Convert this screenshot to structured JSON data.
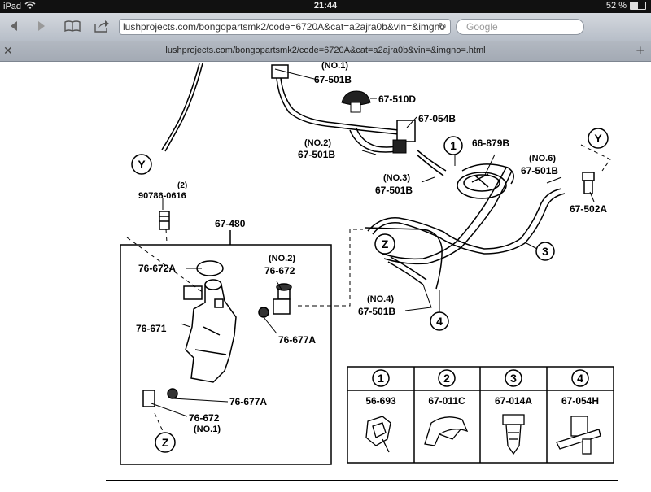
{
  "statusbar": {
    "device": "iPad",
    "time": "21:44",
    "battery": "52 %",
    "battery_level": 0.52
  },
  "browser": {
    "url": "lushprojects.com/bongopartsmk2/code=6720A&cat=a2ajra0b&vin=&imgno",
    "search_placeholder": "Google",
    "tab_title": "lushprojects.com/bongopartsmk2/code=6720A&cat=a2ajra0b&vin=&imgno=.html"
  },
  "diagram": {
    "labels": {
      "no1_top": "(NO.1)",
      "p501b_top": "67-501B",
      "p510d": "67-510D",
      "p054b": "67-054B",
      "no2_mid": "(NO.2)",
      "p501b_mid": "67-501B",
      "p879b": "66-879B",
      "no3": "(NO.3)",
      "p501b_no3": "67-501B",
      "no6": "(NO.6)",
      "p501b_no6": "67-501B",
      "p502a": "67-502A",
      "qty2": "(2)",
      "p90786": "90786-0616",
      "p480": "67-480",
      "p672a": "76-672A",
      "no2_pump": "(NO.2)",
      "p672_pump": "76-672",
      "p671": "76-671",
      "p677a_right": "76-677A",
      "p677a_bottom": "76-677A",
      "p672_bottom": "76-672",
      "no1_bottom": "(NO.1)",
      "no4": "(NO.4)",
      "p501b_no4": "67-501B"
    },
    "callouts": {
      "y_left": "Y",
      "y_right": "Y",
      "z_top": "Z",
      "z_bottom": "Z",
      "c1": "1",
      "c3": "3",
      "c4": "4"
    },
    "clip_table": {
      "numbers": [
        "1",
        "2",
        "3",
        "4"
      ],
      "parts": [
        "56-693",
        "67-011C",
        "67-014A",
        "67-054H"
      ]
    }
  }
}
